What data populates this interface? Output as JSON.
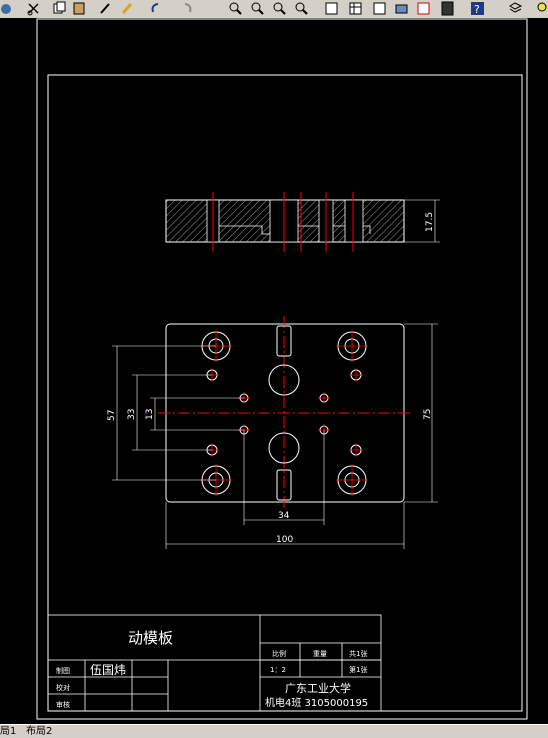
{
  "drawing": {
    "front_view_height_dim": "17.5",
    "top_view": {
      "dim_57": "57",
      "dim_33": "33",
      "dim_13": "13",
      "dim_75": "75",
      "dim_34": "34",
      "dim_100": "100"
    }
  },
  "title_block": {
    "part_name": "动模板",
    "scale_label": "比例",
    "weight_label": "重量",
    "sheets_label": "共1张",
    "scale_value": "1：2",
    "sheet_no_label": "第1张",
    "drawn_label": "制图",
    "drawn_name": "伍国炜",
    "checked_label": "校对",
    "approved_label": "审核",
    "school": "广东工业大学",
    "class_id": "机电4班  3105000195"
  },
  "tabs": {
    "layout1": "局1",
    "layout2": "布局2"
  },
  "colors": {
    "cad_bg": "#000000",
    "line_white": "#ffffff",
    "center_red": "#ff0000",
    "toolbar_bg": "#d4d0c8"
  }
}
